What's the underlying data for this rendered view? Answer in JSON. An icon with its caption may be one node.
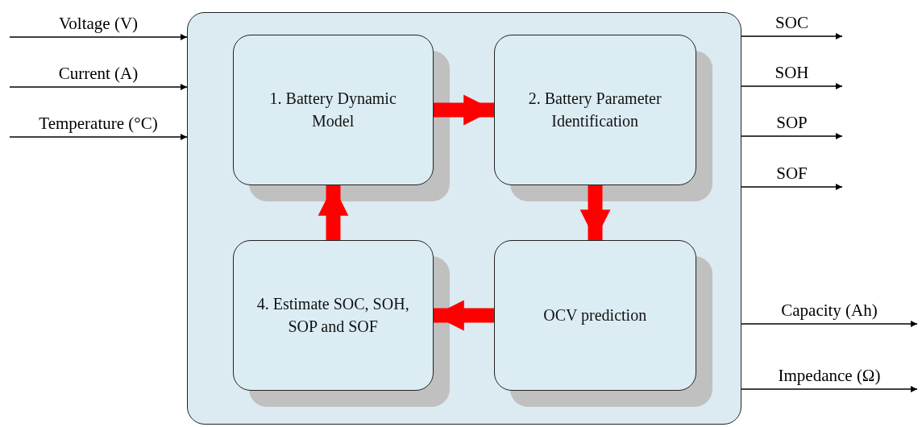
{
  "diagram": {
    "nodes": [
      {
        "text": [],
        "shape": "box"
      },
      {
        "text": [
          "1. Battery Dynamic Model"
        ],
        "in": 0
      },
      {
        "text": [
          "2. Battery Parameter Identification"
        ],
        "in": 0
      },
      {
        "text": [
          "OCV prediction"
        ],
        "in": 0
      },
      {
        "text": [
          "4. Estimate SOC, SOH, SOP and SOF"
        ],
        "in": 0
      }
    ],
    "edges": [
      {
        "from": null,
        "to": 0,
        "arrow": "to",
        "label": "Voltage (V)"
      },
      {
        "from": null,
        "to": 0,
        "arrow": "to",
        "label": "Current (A)"
      },
      {
        "from": null,
        "to": 0,
        "arrow": "to",
        "label": "Temperature (°C)"
      },
      {
        "from": 0,
        "to": null,
        "arrow": "to",
        "label": "SOC"
      },
      {
        "from": 0,
        "to": null,
        "arrow": "to",
        "label": "SOH"
      },
      {
        "from": 0,
        "to": null,
        "arrow": "to",
        "label": "SOP"
      },
      {
        "from": 0,
        "to": null,
        "arrow": "to",
        "label": "SOF"
      },
      {
        "from": 0,
        "to": null,
        "arrow": "to",
        "label": "Capacity (Ah)"
      },
      {
        "from": 0,
        "to": null,
        "arrow": "to",
        "label": "Impedance (Ω)"
      },
      {
        "from": 1,
        "to": 2,
        "arrow": "to",
        "style": "thick",
        "color": "#ff0000"
      },
      {
        "from": 2,
        "to": 3,
        "arrow": "to",
        "style": "thick",
        "color": "#ff0000"
      },
      {
        "from": 3,
        "to": 4,
        "arrow": "to",
        "style": "thick",
        "color": "#ff0000"
      },
      {
        "from": 4,
        "to": 1,
        "arrow": "to",
        "style": "thick",
        "color": "#ff0000"
      }
    ]
  }
}
